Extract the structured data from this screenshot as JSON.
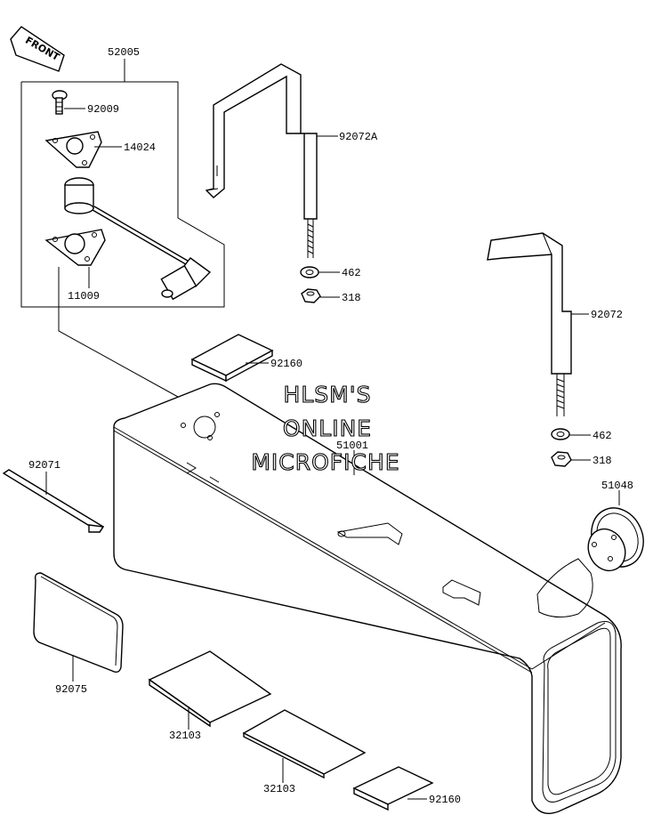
{
  "front_label": "FRONT",
  "watermark": [
    "HLSM'S",
    "ONLINE",
    "MICROFICHE"
  ],
  "parts": {
    "p52005": "52005",
    "p92009": "92009",
    "p14024": "14024",
    "p11009": "11009",
    "p92072A": "92072A",
    "p462a": "462",
    "p318a": "318",
    "p92072": "92072",
    "p462b": "462",
    "p318b": "318",
    "p92160a": "92160",
    "p51001": "51001",
    "p92071": "92071",
    "p51048": "51048",
    "p92075": "92075",
    "p32103a": "32103",
    "p32103b": "32103",
    "p92160b": "92160"
  }
}
